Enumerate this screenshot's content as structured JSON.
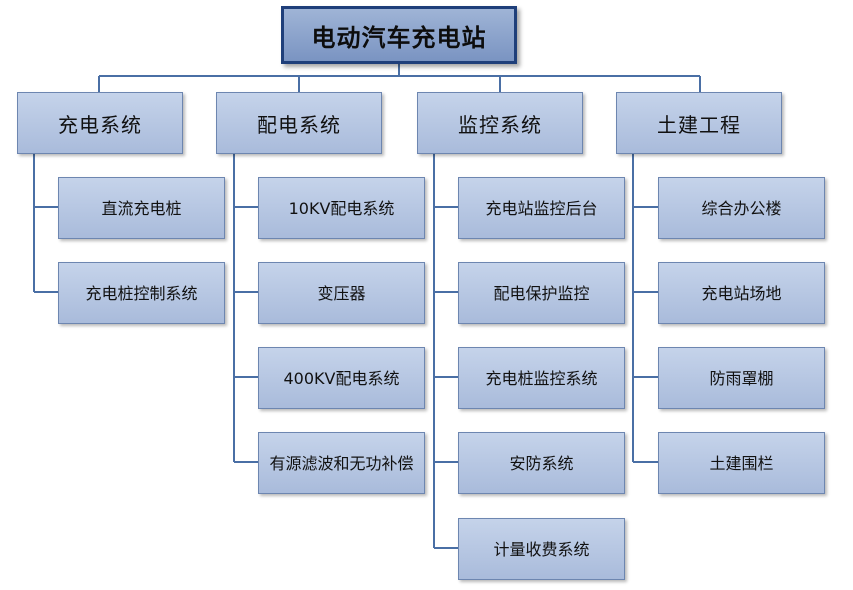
{
  "title": "电动汽车充电站",
  "categories": [
    {
      "label": "充电系统",
      "items": [
        "直流充电桩",
        "充电桩控制系统"
      ]
    },
    {
      "label": "配电系统",
      "items": [
        "10KV配电系统",
        "变压器",
        "400KV配电系统",
        "有源滤波和无功补偿"
      ]
    },
    {
      "label": "监控系统",
      "items": [
        "充电站监控后台",
        "配电保护监控",
        "充电桩监控系统",
        "安防系统",
        "计量收费系统"
      ]
    },
    {
      "label": "土建工程",
      "items": [
        "综合办公楼",
        "充电站场地",
        "防雨罩棚",
        "土建围栏"
      ]
    }
  ],
  "colors": {
    "line": "#4a6fa5",
    "box_fill": "#b8c8e4",
    "root_border": "#1f3f7a"
  }
}
